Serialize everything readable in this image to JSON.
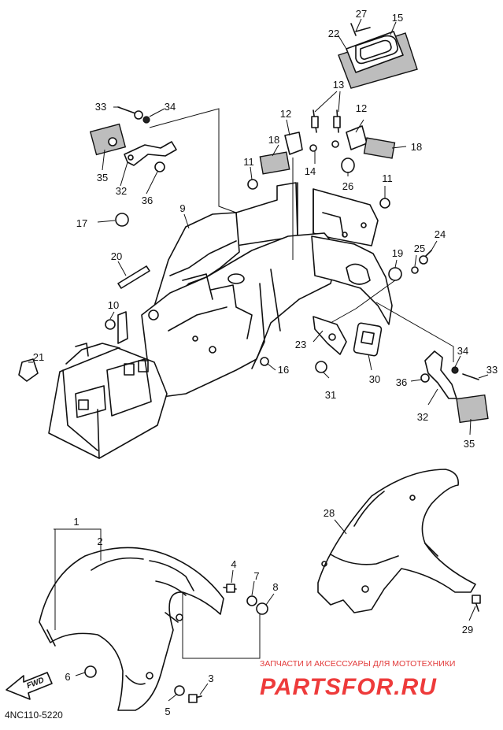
{
  "diagram": {
    "callouts": [
      {
        "id": "c1",
        "text": "1"
      },
      {
        "id": "c2",
        "text": "2"
      },
      {
        "id": "c3",
        "text": "3"
      },
      {
        "id": "c4",
        "text": "4"
      },
      {
        "id": "c5",
        "text": "5"
      },
      {
        "id": "c6",
        "text": "6"
      },
      {
        "id": "c7",
        "text": "7"
      },
      {
        "id": "c8",
        "text": "8"
      },
      {
        "id": "c9",
        "text": "9"
      },
      {
        "id": "c10",
        "text": "10"
      },
      {
        "id": "c11a",
        "text": "11"
      },
      {
        "id": "c11b",
        "text": "11"
      },
      {
        "id": "c12a",
        "text": "12"
      },
      {
        "id": "c12b",
        "text": "12"
      },
      {
        "id": "c13",
        "text": "13"
      },
      {
        "id": "c14",
        "text": "14"
      },
      {
        "id": "c15",
        "text": "15"
      },
      {
        "id": "c16",
        "text": "16"
      },
      {
        "id": "c17",
        "text": "17"
      },
      {
        "id": "c18a",
        "text": "18"
      },
      {
        "id": "c18b",
        "text": "18"
      },
      {
        "id": "c19",
        "text": "19"
      },
      {
        "id": "c20",
        "text": "20"
      },
      {
        "id": "c21",
        "text": "21"
      },
      {
        "id": "c22",
        "text": "22"
      },
      {
        "id": "c23",
        "text": "23"
      },
      {
        "id": "c24",
        "text": "24"
      },
      {
        "id": "c25",
        "text": "25"
      },
      {
        "id": "c26",
        "text": "26"
      },
      {
        "id": "c27",
        "text": "27"
      },
      {
        "id": "c28",
        "text": "28"
      },
      {
        "id": "c29",
        "text": "29"
      },
      {
        "id": "c30",
        "text": "30"
      },
      {
        "id": "c31",
        "text": "31"
      },
      {
        "id": "c32a",
        "text": "32"
      },
      {
        "id": "c32b",
        "text": "32"
      },
      {
        "id": "c33a",
        "text": "33"
      },
      {
        "id": "c33b",
        "text": "33"
      },
      {
        "id": "c34a",
        "text": "34"
      },
      {
        "id": "c34b",
        "text": "34"
      },
      {
        "id": "c35a",
        "text": "35"
      },
      {
        "id": "c35b",
        "text": "35"
      },
      {
        "id": "c36a",
        "text": "36"
      },
      {
        "id": "c36b",
        "text": "36"
      }
    ],
    "code": "4NC110-5220",
    "fwd_label": "FWD"
  },
  "watermark": {
    "tagline": "ЗАПЧАСТИ И АКСЕССУАРЫ ДЛЯ МОТОТЕХНИКИ",
    "brand": "PARTSFOR.RU",
    "color": "#ee3b3b"
  }
}
